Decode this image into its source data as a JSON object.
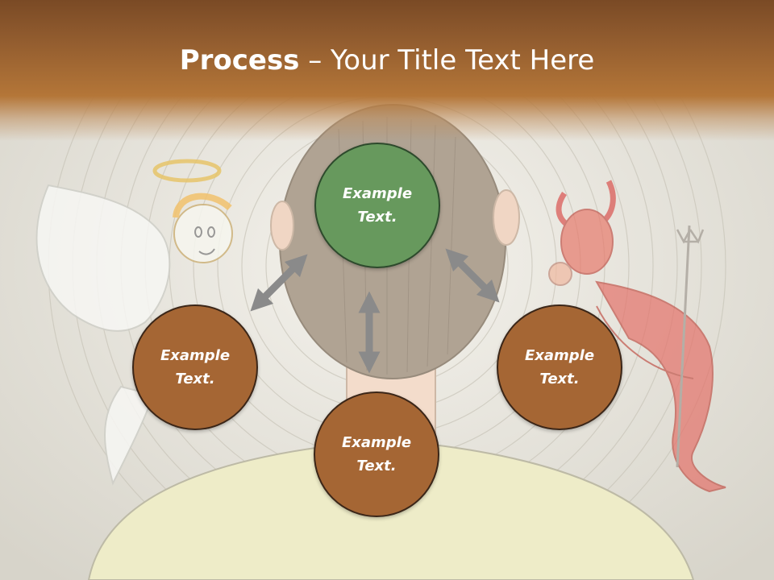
{
  "title": {
    "bold": "Process",
    "rest": " – Your Title Text Here"
  },
  "nodes": {
    "top": "Example\nText.",
    "left": "Example\nText.",
    "right": "Example\nText.",
    "bottom": "Example\nText."
  },
  "colors": {
    "title_band": "#9a6230",
    "center_node": "#67995d",
    "outer_node": "#a56634",
    "arrow": "#8a8a8a"
  }
}
